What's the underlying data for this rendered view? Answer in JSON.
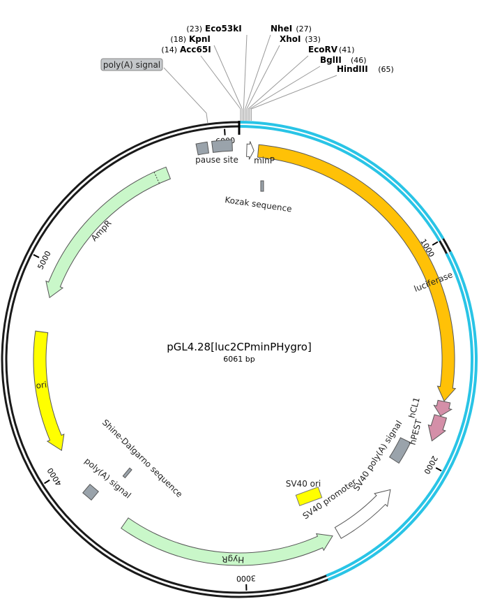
{
  "plasmid": {
    "name": "pGL4.28[luc2CPminPHygro]",
    "length_label": "6061 bp",
    "length": 6061
  },
  "ticks": [
    {
      "pos": 1000,
      "label": "1000"
    },
    {
      "pos": 2000,
      "label": "2000"
    },
    {
      "pos": 3000,
      "label": "3000"
    },
    {
      "pos": 4000,
      "label": "4000"
    },
    {
      "pos": 5000,
      "label": "5000"
    },
    {
      "pos": 6000,
      "label": "6000"
    }
  ],
  "sites": [
    {
      "name": "Acc65I",
      "pos": 14,
      "pos_label": "(14)",
      "side": "left"
    },
    {
      "name": "KpnI",
      "pos": 18,
      "pos_label": "(18)",
      "side": "left"
    },
    {
      "name": "Eco53kI",
      "pos": 23,
      "pos_label": "(23)",
      "side": "left"
    },
    {
      "name": "NheI",
      "pos": 27,
      "pos_label": "(27)",
      "side": "right"
    },
    {
      "name": "XhoI",
      "pos": 33,
      "pos_label": "(33)",
      "side": "right"
    },
    {
      "name": "EcoRV",
      "pos": 41,
      "pos_label": "(41)",
      "side": "right"
    },
    {
      "name": "BglII",
      "pos": 46,
      "pos_label": "(46)",
      "side": "right"
    },
    {
      "name": "HindIII",
      "pos": 65,
      "pos_label": "(65)",
      "side": "right"
    }
  ],
  "features": [
    {
      "id": "luciferase",
      "label": "luciferase",
      "start": 88,
      "end": 1708,
      "strand": 1,
      "color": "#ffc107",
      "kind": "arrow"
    },
    {
      "id": "hCL1",
      "label": "hCL1",
      "start": 1710,
      "end": 1778,
      "strand": 1,
      "color": "#d48fa8",
      "kind": "arrow"
    },
    {
      "id": "hPEST",
      "label": "hPEST",
      "start": 1780,
      "end": 1900,
      "strand": 1,
      "color": "#d48fa8",
      "kind": "arrow"
    },
    {
      "id": "sv40-polya",
      "label": "SV40 poly(A) signal",
      "start": 1950,
      "end": 2070,
      "strand": 0,
      "color": "#9aa3ab",
      "kind": "box"
    },
    {
      "id": "sv40-promoter",
      "label": "SV40 promoter",
      "start": 2200,
      "end": 2530,
      "strand": -1,
      "color": "#ffffff",
      "kind": "arrow"
    },
    {
      "id": "sv40-ori",
      "label": "SV40 ori",
      "start": 2300,
      "end": 2400,
      "strand": 0,
      "color": "#ffff00",
      "kind": "box"
    },
    {
      "id": "hygr",
      "label": "HygR",
      "start": 2560,
      "end": 3620,
      "strand": -1,
      "color": "#c9f7c9",
      "kind": "arrow"
    },
    {
      "id": "polya-left",
      "label": "poly(A) signal",
      "start": 3800,
      "end": 3850,
      "strand": 0,
      "color": "#9aa3ab",
      "kind": "box"
    },
    {
      "id": "ori",
      "label": "ori",
      "start": 4090,
      "end": 4680,
      "strand": -1,
      "color": "#ffff00",
      "kind": "arrow"
    },
    {
      "id": "ampr",
      "label": "AmpR",
      "start": 4850,
      "end": 5710,
      "strand": -1,
      "color": "#c9f7c9",
      "kind": "arrow"
    },
    {
      "id": "pause-site-1",
      "label": "",
      "start": 5870,
      "end": 5920,
      "strand": 0,
      "color": "#9aa3ab",
      "kind": "box"
    },
    {
      "id": "pause-site-2",
      "label": "pause site",
      "start": 5940,
      "end": 6030,
      "strand": 0,
      "color": "#9aa3ab",
      "kind": "box"
    },
    {
      "id": "minp",
      "label": "minP",
      "start": 35,
      "end": 68,
      "strand": 1,
      "color": "#ffffff",
      "kind": "arrow"
    }
  ],
  "small_labels": {
    "kozak": "Kozak sequence",
    "shine_dalgarno": "Shine-Dalgarno sequence",
    "polya_callout": "poly(A) signal"
  },
  "highlight_color": "#29c4e6"
}
